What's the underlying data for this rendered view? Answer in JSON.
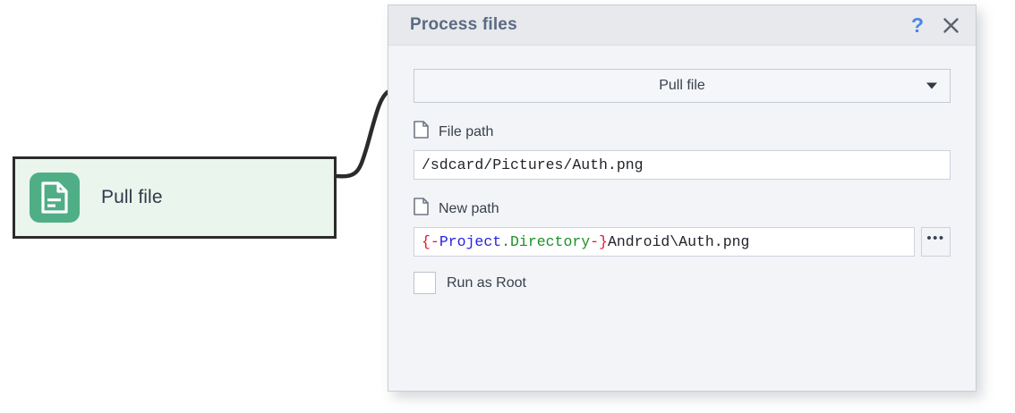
{
  "canvas": {
    "node": {
      "label": "Pull file",
      "icon": "document-green-icon",
      "bg_color": "#eaf5ee",
      "border_color": "#2b2b2b",
      "icon_color": "#4fae86"
    },
    "connector": {
      "name": "node-to-dialog-connector",
      "color": "#2b2b2b"
    }
  },
  "dialog": {
    "title": "Process files",
    "help_label": "?",
    "close_label": "×",
    "help_color": "#4a86e8",
    "combobox": {
      "value": "Pull file",
      "arrow_icon": "chevron-down-icon"
    },
    "fields": [
      {
        "icon": "file-icon",
        "label": "File path",
        "value": "/sdcard/Pictures/Auth.png",
        "has_browse": false
      },
      {
        "icon": "file-icon",
        "label": "New path",
        "has_browse": true,
        "browse_label": "•••",
        "tokens": [
          {
            "text": "{-",
            "color": "#e8152c",
            "kind": "brace"
          },
          {
            "text": "Project",
            "color": "#2424e0",
            "kind": "obj"
          },
          {
            "text": ".",
            "color": "#1f8f2a",
            "kind": "dot"
          },
          {
            "text": "Directory",
            "color": "#1f8f2a",
            "kind": "prop"
          },
          {
            "text": "-}",
            "color": "#e8152c",
            "kind": "brace"
          },
          {
            "text": "Android\\Auth.png",
            "color": "#1f2328",
            "kind": "plain"
          }
        ]
      }
    ],
    "checkbox": {
      "label": "Run as Root",
      "checked": false
    }
  }
}
